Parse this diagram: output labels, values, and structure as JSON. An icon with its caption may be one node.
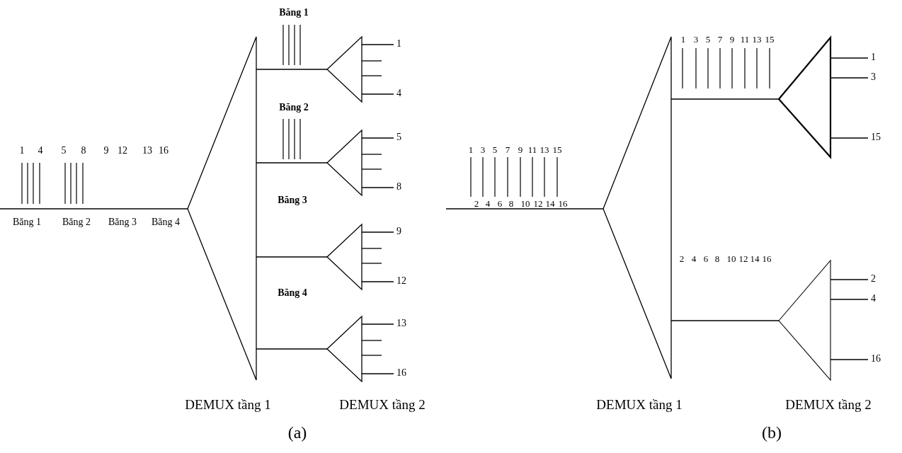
{
  "diagram": {
    "nodes": [
      {
        "text": [],
        "shape": "triangle"
      },
      {
        "text": [],
        "shape": "triangle"
      },
      {
        "text": [],
        "shape": "triangle"
      },
      {
        "text": [],
        "shape": "triangle"
      },
      {
        "text": [],
        "shape": "triangle"
      },
      {
        "text": [],
        "shape": "triangle"
      },
      {
        "text": [],
        "shape": "triangle"
      },
      {
        "text": [],
        "shape": "triangle"
      },
      {
        "text": [
          "1"
        ]
      },
      {
        "text": [
          "4"
        ]
      },
      {
        "text": [
          "5"
        ]
      },
      {
        "text": [
          "8"
        ]
      },
      {
        "text": [
          "9"
        ]
      },
      {
        "text": [
          "12"
        ]
      },
      {
        "text": [
          "13"
        ]
      },
      {
        "text": [
          "16"
        ]
      },
      {
        "text": [
          "1"
        ]
      },
      {
        "text": [
          "3"
        ]
      },
      {
        "text": [
          "15"
        ]
      },
      {
        "text": [
          "2"
        ]
      },
      {
        "text": [
          "4"
        ]
      },
      {
        "text": [
          "16"
        ]
      }
    ],
    "edges": [
      {
        "from": null,
        "to": 0,
        "arrow": "none"
      },
      {
        "from": 0,
        "to": 1,
        "arrow": "none"
      },
      {
        "from": 0,
        "to": 2,
        "arrow": "none"
      },
      {
        "from": 0,
        "to": 3,
        "arrow": "none"
      },
      {
        "from": 0,
        "to": 4,
        "arrow": "none"
      },
      {
        "from": 1,
        "to": 8,
        "arrow": "none"
      },
      {
        "from": 1,
        "to": null,
        "arrow": "none"
      },
      {
        "from": 1,
        "to": null,
        "arrow": "none"
      },
      {
        "from": 1,
        "to": 9,
        "arrow": "none"
      },
      {
        "from": 2,
        "to": 10,
        "arrow": "none"
      },
      {
        "from": 2,
        "to": null,
        "arrow": "none"
      },
      {
        "from": 2,
        "to": null,
        "arrow": "none"
      },
      {
        "from": 2,
        "to": 11,
        "arrow": "none"
      },
      {
        "from": 3,
        "to": 12,
        "arrow": "none"
      },
      {
        "from": 3,
        "to": null,
        "arrow": "none"
      },
      {
        "from": 3,
        "to": null,
        "arrow": "none"
      },
      {
        "from": 3,
        "to": 13,
        "arrow": "none"
      },
      {
        "from": 4,
        "to": 14,
        "arrow": "none"
      },
      {
        "from": 4,
        "to": null,
        "arrow": "none"
      },
      {
        "from": 4,
        "to": null,
        "arrow": "none"
      },
      {
        "from": 4,
        "to": 15,
        "arrow": "none"
      },
      {
        "from": null,
        "to": 5,
        "arrow": "none"
      },
      {
        "from": 5,
        "to": 6,
        "arrow": "none"
      },
      {
        "from": 5,
        "to": 7,
        "arrow": "none"
      },
      {
        "from": 6,
        "to": 16,
        "arrow": "none"
      },
      {
        "from": 6,
        "to": 17,
        "arrow": "none"
      },
      {
        "from": 6,
        "to": 18,
        "arrow": "none"
      },
      {
        "from": 7,
        "to": 19,
        "arrow": "none"
      },
      {
        "from": 7,
        "to": 20,
        "arrow": "none"
      },
      {
        "from": 7,
        "to": 21,
        "arrow": "none"
      }
    ],
    "labels": [
      "Băng 1",
      "Băng 2",
      "1",
      "4",
      "5",
      "8",
      "9",
      "12",
      "13",
      "16",
      "Băng 1",
      "Băng 2",
      "Băng 3",
      "Băng 4",
      "Băng 3",
      "Băng 4",
      "DEMUX tầng 1",
      "DEMUX tầng 2",
      "(a)",
      "1",
      "3",
      "5",
      "7",
      "9",
      "11",
      "13",
      "15",
      "1",
      "3",
      "5",
      "7",
      "9",
      "11",
      "13",
      "15",
      "2",
      "4",
      "6",
      "8",
      "10",
      "12",
      "14",
      "16",
      "2",
      "4",
      "6",
      "8",
      "10",
      "12",
      "14",
      "16",
      "DEMUX tầng 1",
      "DEMUX tầng 2",
      "(b)"
    ]
  }
}
